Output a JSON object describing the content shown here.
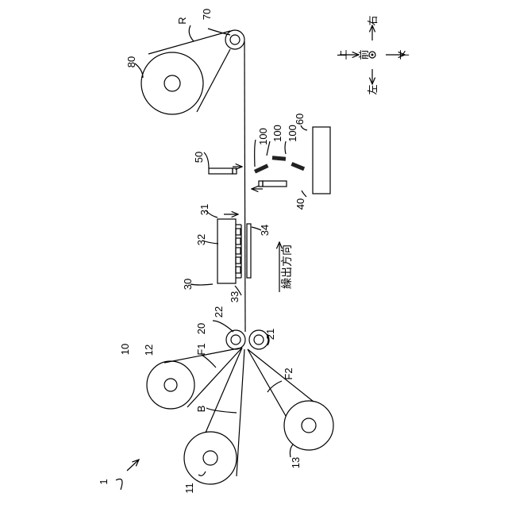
{
  "labels": {
    "device": "1",
    "unit_10": "10",
    "roll_11": "11",
    "roll_12": "12",
    "roll_13": "13",
    "roller_20": "20",
    "roller_21": "21",
    "roller_22": "22",
    "unit_30": "30",
    "item_31": "31",
    "item_32": "32",
    "item_33": "33",
    "item_34": "34",
    "item_40": "40",
    "item_50": "50",
    "item_60": "60",
    "roller_70": "70",
    "roll_80": "80",
    "piece_100": "100",
    "film_F1": "F1",
    "film_F2": "F2",
    "film_B": "B",
    "release_R": "R"
  },
  "direction_label": "繰出方向",
  "compass": {
    "center": "前",
    "up": "上",
    "down": "下",
    "left": "左",
    "right": "右"
  }
}
